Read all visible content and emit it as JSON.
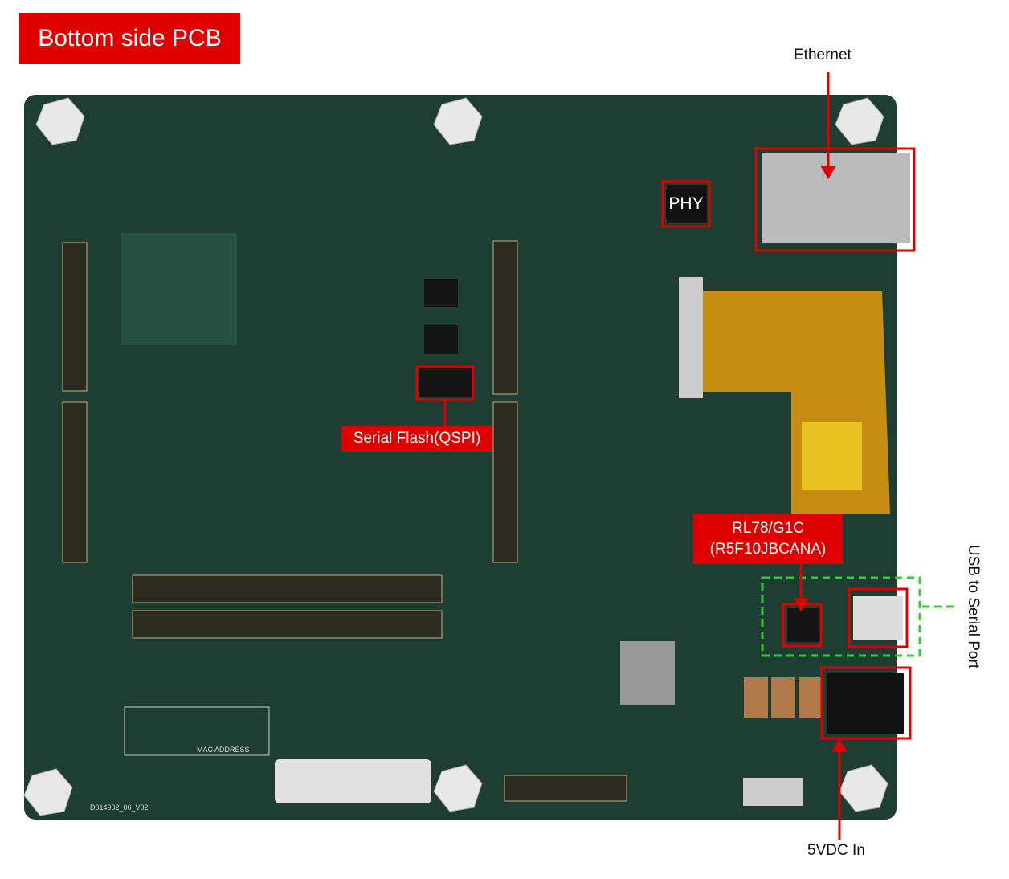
{
  "title": "Bottom side PCB",
  "callouts": {
    "ethernet": "Ethernet",
    "phy": "PHY",
    "serial_flash": "Serial Flash(QSPI)",
    "rl78_line1": "RL78/G1C",
    "rl78_line2": "(R5F10JBCANA)",
    "usb_serial": "USB to Serial Port",
    "power": "5VDC In"
  },
  "silkscreen": {
    "mac_address": "MAC ADDRESS",
    "board_id": "D014902_06_V02"
  },
  "colors": {
    "board": "#1e3d33",
    "callout_red": "#e00000",
    "usb_highlight": "#33cc33",
    "flex_cable": "#d9960f"
  }
}
